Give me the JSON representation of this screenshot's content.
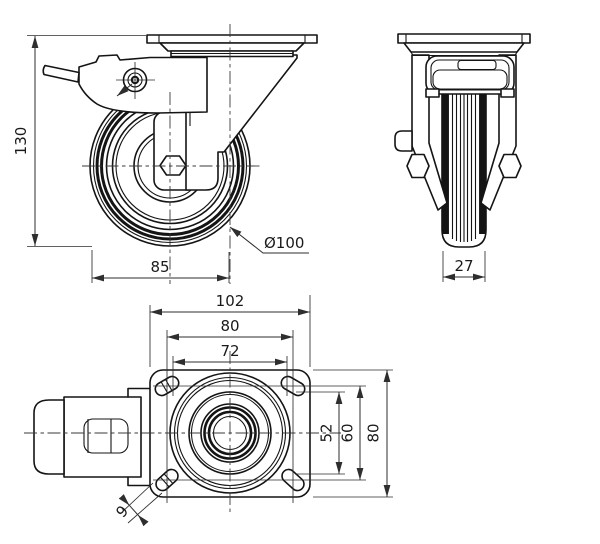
{
  "drawing": {
    "colors": {
      "line": "#141414",
      "dimension": "#2e2e2e",
      "background": "#ffffff"
    },
    "views": {
      "side_view": {
        "dimensions": {
          "overall_height": "130",
          "swivel_offset": "85",
          "wheel_diameter": "Ø100"
        }
      },
      "front_view": {
        "dimensions": {
          "wheel_width": "27"
        }
      },
      "top_view": {
        "dimensions": {
          "plate_length": "102",
          "hole_pattern_width_outer": "80",
          "hole_pattern_width_inner": "72",
          "hole_pattern_height_inner": "52",
          "hole_pattern_height_outer": "60",
          "plate_depth": "80",
          "slot_width": "9"
        }
      }
    }
  }
}
